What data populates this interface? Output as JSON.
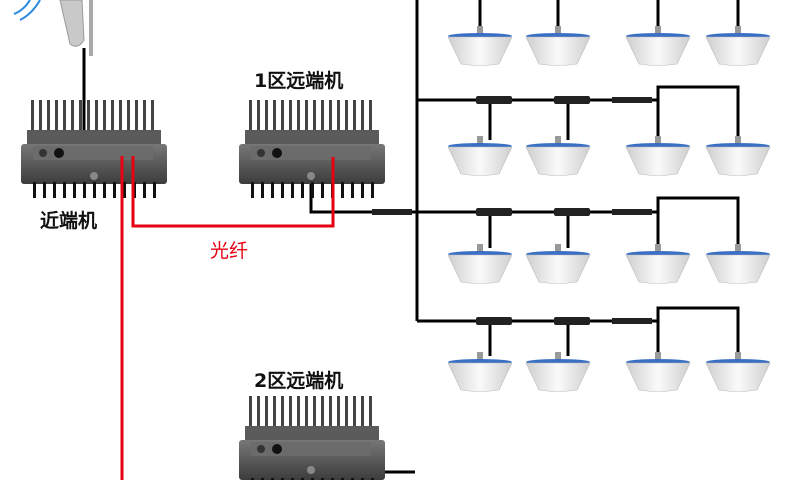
{
  "labels": {
    "near_unit": "近端机",
    "remote_1": "1区远端机",
    "remote_2": "2区远端机",
    "fiber": "光纤"
  },
  "colors": {
    "fiber": "#e60012",
    "coax": "#000000",
    "antenna_rim": "#3a6fc4",
    "device_body": "#555555"
  },
  "icons": [
    "donor-antenna-icon",
    "repeater-unit-icon",
    "ceiling-antenna-icon",
    "coupler-icon",
    "splitter-icon"
  ]
}
